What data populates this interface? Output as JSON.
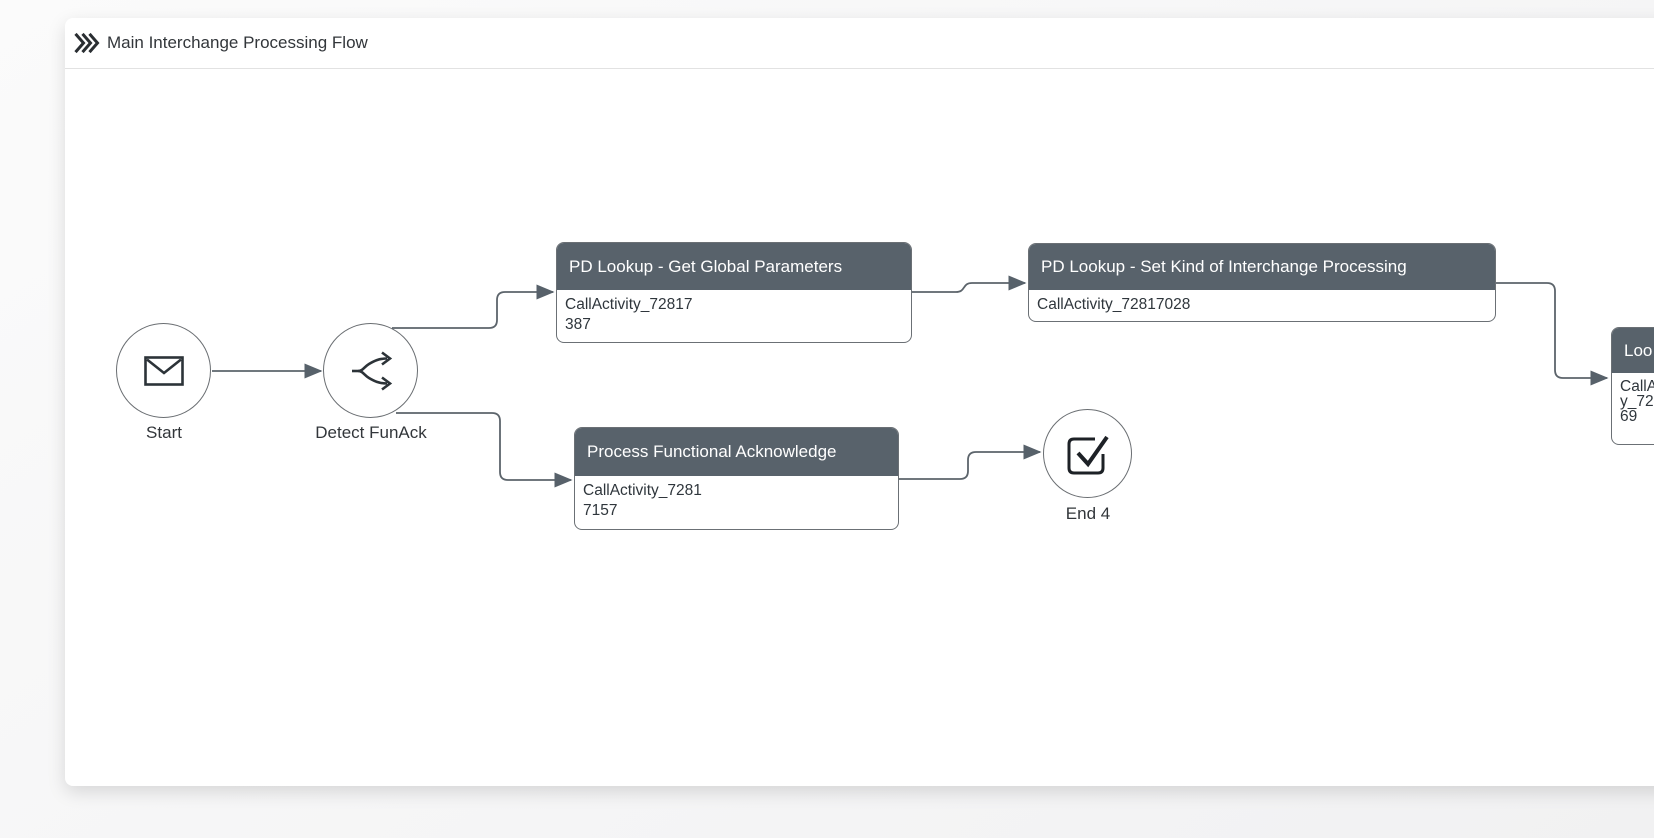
{
  "window": {
    "title": "Main Interchange Processing Flow",
    "collapse_icon": "triple-chevron-right"
  },
  "nodes": {
    "start": {
      "label": "Start",
      "icon": "envelope-message-icon"
    },
    "gateway": {
      "label": "Detect FunAck",
      "icon": "split-branch-icon"
    },
    "task1": {
      "title": "PD Lookup - Get Global Parameters",
      "line1": "CallActivity_72817",
      "line2": "387"
    },
    "task2": {
      "title": "PD Lookup - Set Kind of Interchange Processing",
      "line1": "CallActivity_72817028"
    },
    "task3": {
      "title": "Process Functional Acknowledge",
      "line1": "CallActivity_7281",
      "line2": "7157"
    },
    "task4": {
      "title": "Loo",
      "line1": "CallA",
      "line2": "y_72",
      "line3": "69"
    },
    "end": {
      "label": "End 4",
      "icon": "checkbox-check-icon"
    }
  },
  "colors": {
    "task_header_bg": "#58626b",
    "task_border": "#6b7075",
    "connector": "#5c646b",
    "icon_stroke": "#2c3338",
    "text": "#32363a",
    "card_bg": "#ffffff",
    "page_bg": "#f4f4f5"
  }
}
